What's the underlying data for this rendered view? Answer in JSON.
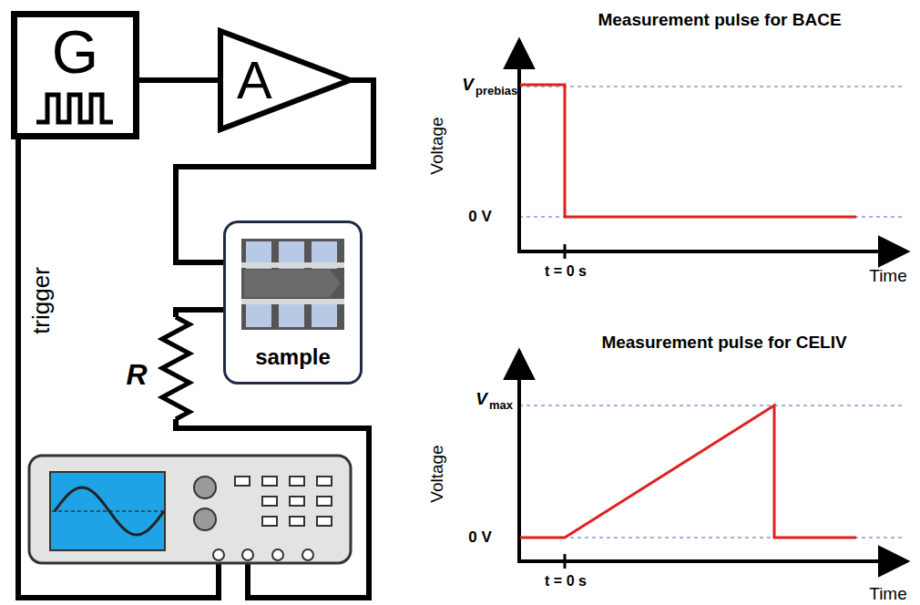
{
  "diagram": {
    "nodes": [
      {
        "text": [
          "G"
        ]
      },
      {
        "text": [
          "A"
        ]
      },
      {
        "text": [
          "sample"
        ]
      }
    ],
    "edges": [
      {
        "from": 0,
        "to": 1,
        "arrow": "none"
      },
      {
        "from": 1,
        "to": 2,
        "arrow": "none"
      }
    ],
    "labels": [
      "trigger",
      "R",
      "Measurement pulse for BACE",
      "V",
      "prebias",
      "Voltage",
      "0 V",
      "t = 0 s",
      "Time",
      "Measurement pulse for CELIV",
      "V",
      "max",
      "Voltage",
      "0 V",
      "t = 0 s",
      "Time"
    ]
  }
}
